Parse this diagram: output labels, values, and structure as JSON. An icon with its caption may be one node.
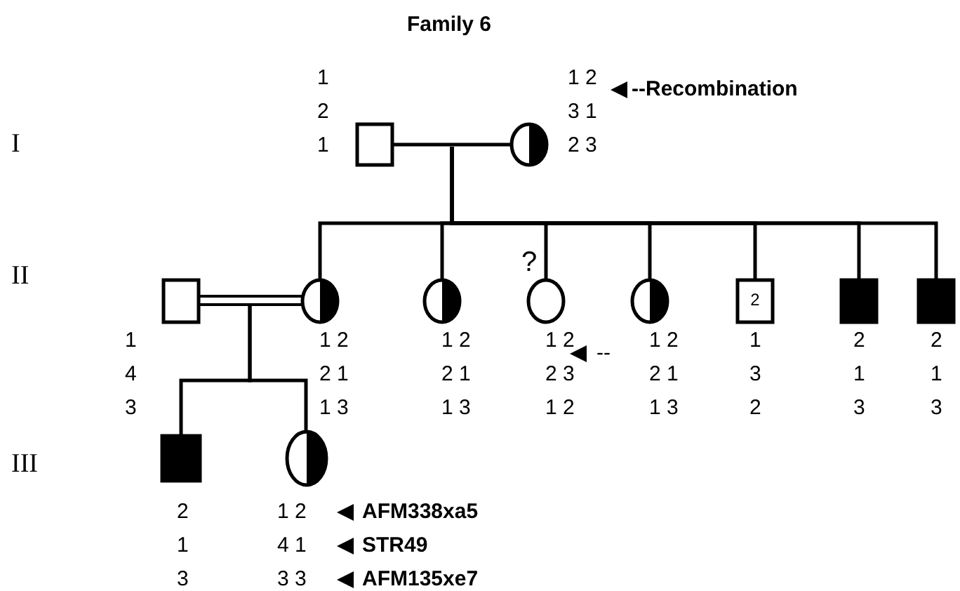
{
  "diagram": {
    "title": "Family 6",
    "nodes": [
      {
        "text": [],
        "shape": "square",
        "beside": [
          "1",
          "2",
          "1"
        ]
      },
      {
        "text": [],
        "shape": "circle",
        "beside": [
          "1 2",
          "3 1",
          "2 3"
        ]
      },
      {
        "text": [],
        "shape": "square",
        "beside": [
          "1",
          "4",
          "3"
        ]
      },
      {
        "text": [],
        "shape": "circle",
        "beside": [
          "1 2",
          "2 1",
          "1 3"
        ]
      },
      {
        "text": [],
        "shape": "circle",
        "beside": [
          "1 2",
          "2 1",
          "1 3"
        ]
      },
      {
        "text": [],
        "shape": "circle",
        "beside": [
          "?",
          "1 2",
          "2 3",
          "1 2"
        ]
      },
      {
        "text": [],
        "shape": "circle",
        "beside": [
          "1 2",
          "2 1",
          "1 3"
        ]
      },
      {
        "text": [
          "2"
        ],
        "beside": [
          "1",
          "3",
          "2"
        ]
      },
      {
        "text": [],
        "shape": "square",
        "beside": [
          "2",
          "1",
          "3"
        ]
      },
      {
        "text": [],
        "shape": "square",
        "beside": [
          "2",
          "1",
          "3"
        ]
      },
      {
        "text": [],
        "shape": "square",
        "beside": [
          "2",
          "1",
          "3"
        ]
      },
      {
        "text": [],
        "shape": "circle",
        "beside": [
          "1 2",
          "4 1",
          "3 3"
        ]
      }
    ],
    "edges": [
      {
        "from": 0,
        "to": 1,
        "arrow": "none"
      },
      {
        "from": null,
        "to": 3,
        "arrow": "none"
      },
      {
        "from": null,
        "to": 4,
        "arrow": "none"
      },
      {
        "from": null,
        "to": 5,
        "arrow": "none"
      },
      {
        "from": null,
        "to": 6,
        "arrow": "none"
      },
      {
        "from": null,
        "to": 7,
        "arrow": "none"
      },
      {
        "from": null,
        "to": 8,
        "arrow": "none"
      },
      {
        "from": null,
        "to": 9,
        "arrow": "none"
      },
      {
        "from": 2,
        "to": 3,
        "arrow": "none"
      },
      {
        "from": null,
        "to": 10,
        "arrow": "none"
      },
      {
        "from": null,
        "to": 11,
        "arrow": "none"
      }
    ],
    "labels": [
      "--Recombination",
      "I",
      "II",
      "--",
      "III",
      "AFM338xa5",
      "STR49",
      "AFM135xe7"
    ]
  }
}
